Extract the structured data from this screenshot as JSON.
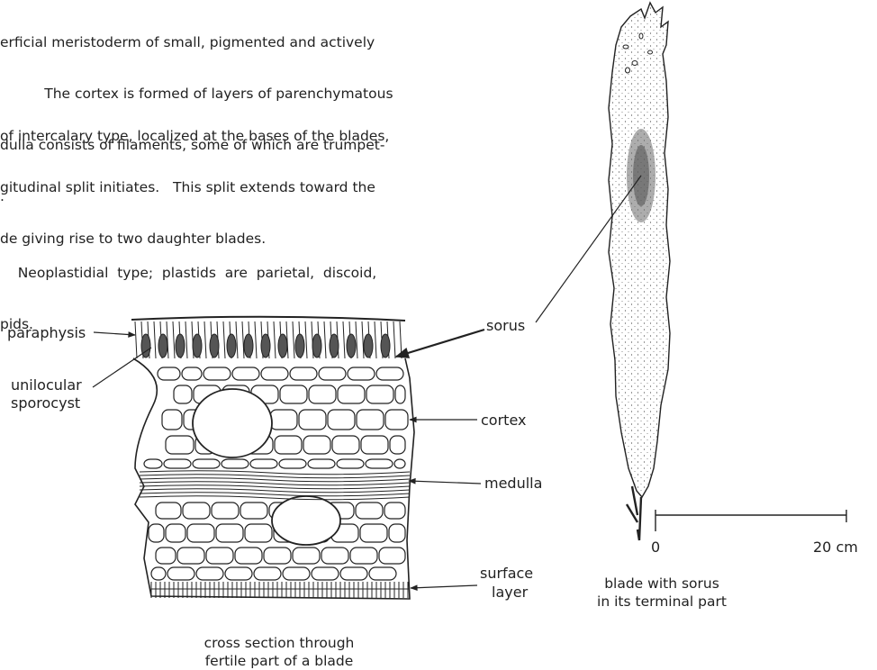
{
  "paragraphs": [
    {
      "lines": [
        "erficial meristoderm of small, pigmented and actively",
        "          The cortex is formed of layers of parenchymatous",
        "dulla consists of filaments, some of which are trumpet-",
        "."
      ]
    },
    {
      "lines": [
        "of intercalary type, localized at the bases of the blades,",
        "gitudinal split initiates.   This split extends toward the",
        "de giving rise to two daughter blades."
      ]
    },
    {
      "lines": [
        "    Neoplastidial  type;  plastids  are  parietal,  discoid,",
        "pids."
      ]
    }
  ],
  "cross_section": {
    "labels": {
      "paraphysis": "paraphysis",
      "unilocular": "unilocular",
      "sporocyst": "sporocyst",
      "sorus": "sorus",
      "cortex": "cortex",
      "medulla": "medulla",
      "surface": "surface",
      "layer": "layer"
    },
    "caption": [
      "cross section through",
      "fertile part of a blade"
    ]
  },
  "blade": {
    "caption": [
      "blade with sorus",
      "in its terminal part"
    ],
    "scale": {
      "start": "0",
      "end": "20 cm"
    }
  },
  "colors": {
    "ink": "#222222",
    "sorus_fill": "#555555",
    "cell_fill": "#ffffff"
  }
}
